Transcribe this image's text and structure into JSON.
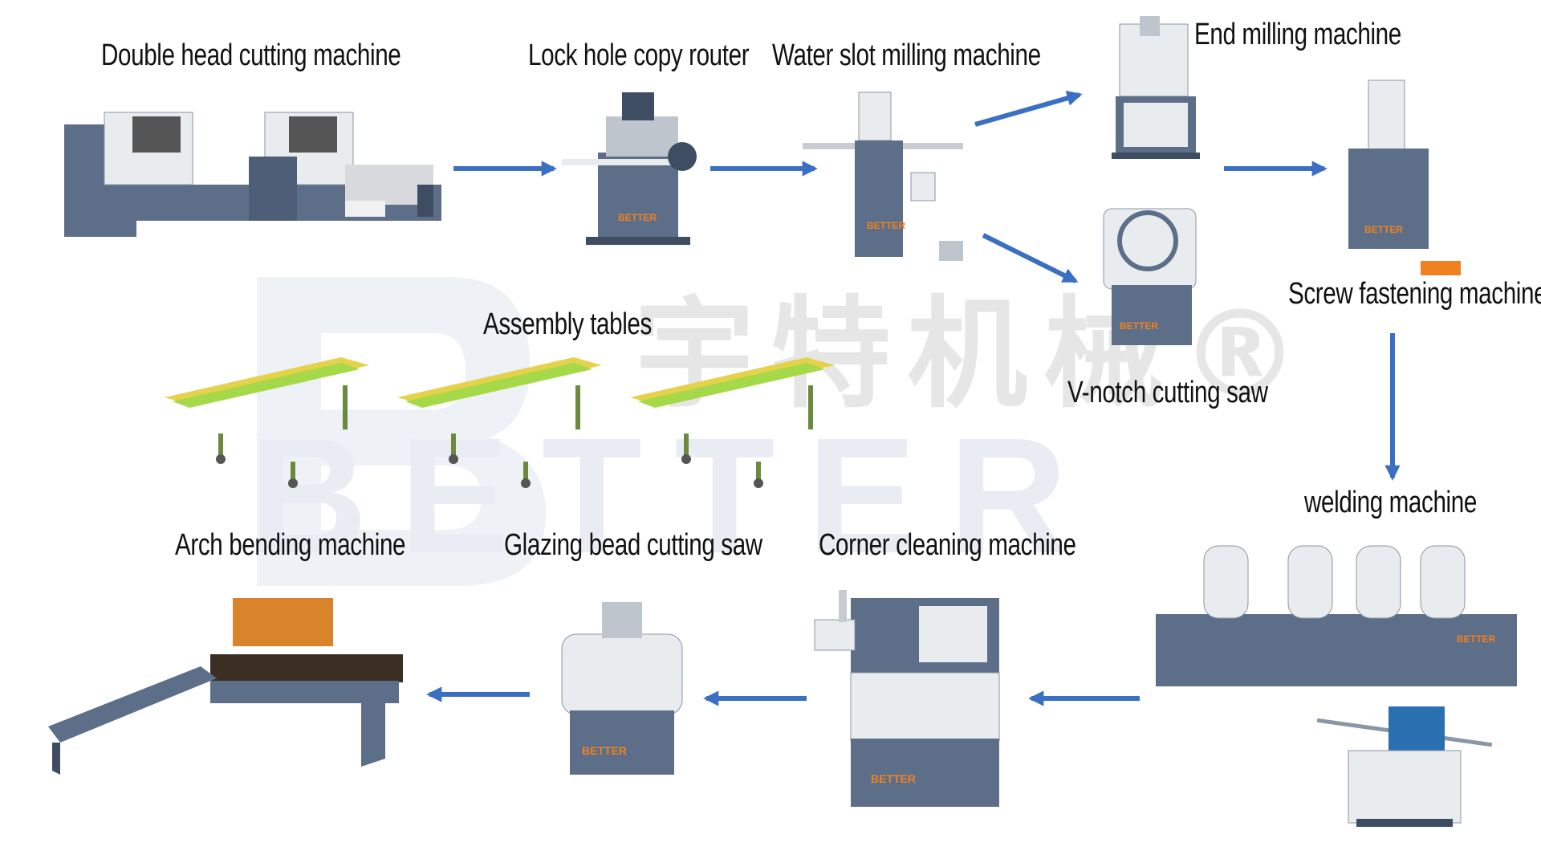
{
  "watermark": {
    "latin": "BETTER",
    "chinese": "宇特机械®"
  },
  "brand_badge": "BETTER",
  "labels": {
    "double_head": "Double head cutting machine",
    "lock_hole": "Lock hole copy router",
    "water_slot": "Water slot milling machine",
    "end_milling": "End milling machine",
    "screw": "Screw fastening machine",
    "vnotch": "V-notch cutting saw",
    "assembly": "Assembly tables",
    "welding": "welding machine",
    "arch": "Arch bending machine",
    "glazing": "Glazing bead cutting saw",
    "corner": "Corner cleaning machine"
  },
  "colors": {
    "arrow": "#3a6fc4",
    "machine_body": "#5d6f88",
    "machine_dark": "#3f4d63",
    "machine_light": "#e9ecef",
    "table_frame": "#a6d94a",
    "table_top": "#e3d24a",
    "watermark": "#e9edf3"
  }
}
